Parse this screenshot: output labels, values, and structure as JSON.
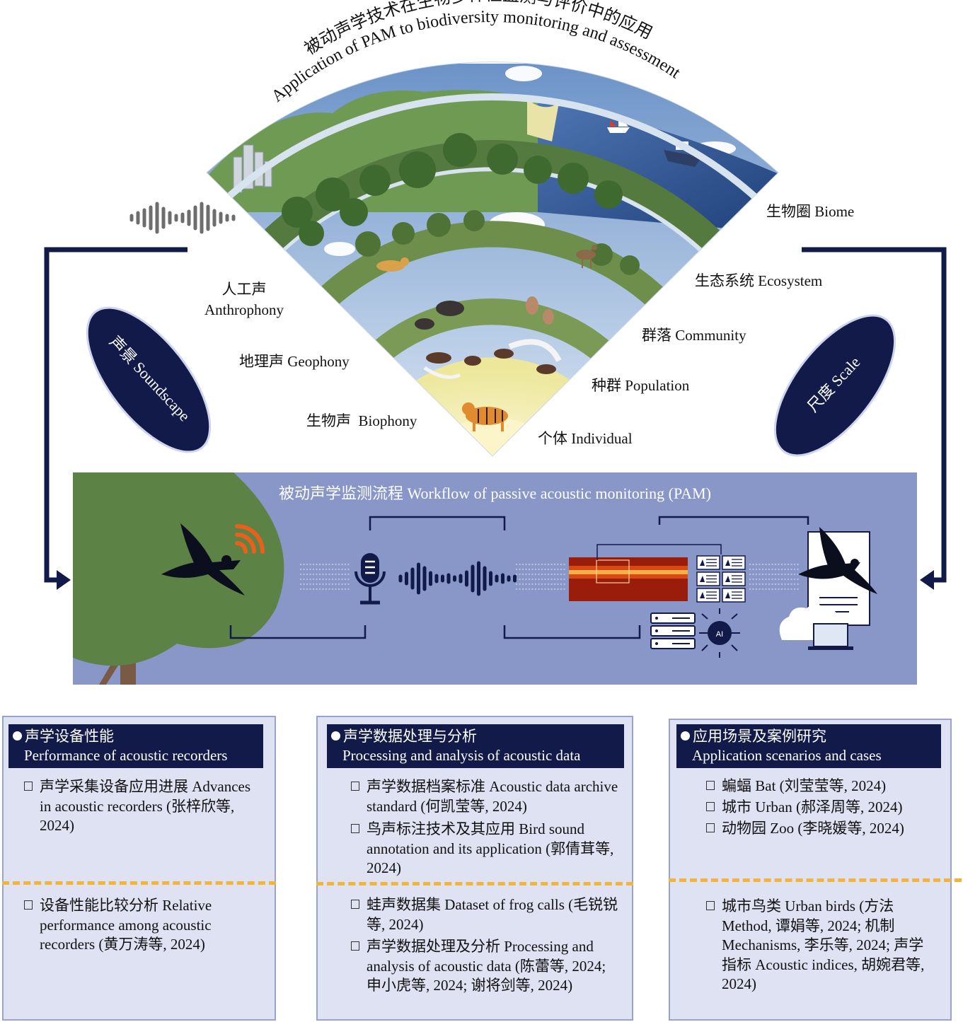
{
  "title_cn": "被动声学技术在生物多样性监测与评价中的应用",
  "title_en": "Application of PAM to biodiversity monitoring and assessment",
  "scale_levels": [
    {
      "cn": "生物圈",
      "en": "Biome"
    },
    {
      "cn": "生态系统",
      "en": "Ecosystem"
    },
    {
      "cn": "群落",
      "en": "Community"
    },
    {
      "cn": "种群",
      "en": "Population"
    },
    {
      "cn": "个体",
      "en": "Individual"
    }
  ],
  "sound_sources": [
    {
      "cn": "人工声",
      "en": "Anthrophony"
    },
    {
      "cn": "地理声",
      "en": "Geophony"
    },
    {
      "cn": "生物声",
      "en": "Biophony"
    }
  ],
  "soundscape_label": "声景 Soundscape",
  "scale_label": "尺度 Scale",
  "workflow_title": "被动声学监测流程 Workflow of passive acoustic monitoring (PAM)",
  "ai_chip_label": "AI",
  "colors": {
    "navy": "#121a4a",
    "workflow_bg": "#8896c8",
    "panel_bg": "#dfe2f3",
    "dash": "#f3b43a",
    "chevron": "#6b3a8c",
    "sound_orange": "#e8601c"
  },
  "panels": [
    {
      "head_cn": "声学设备性能",
      "head_en": "Performance of acoustic recorders",
      "items_top": [
        {
          "text": "声学采集设备应用进展 Advances in acoustic recorders (张梓欣等, 2024)"
        }
      ],
      "items_bottom": [
        {
          "text": "设备性能比较分析 Relative performance among acoustic recorders (黄万涛等, 2024)"
        }
      ]
    },
    {
      "head_cn": "声学数据处理与分析",
      "head_en": "Processing and analysis of acoustic data",
      "items_top": [
        {
          "text": "声学数据档案标准 Acoustic data archive standard (何凯莹等, 2024)"
        },
        {
          "text": "鸟声标注技术及其应用 Bird sound annotation and its application (郭倩茸等, 2024)"
        }
      ],
      "items_bottom": [
        {
          "text": "蛙声数据集 Dataset of frog calls (毛锐锐等, 2024)"
        },
        {
          "text": "声学数据处理及分析 Processing and analysis of acoustic data (陈蕾等, 2024; 申小虎等, 2024; 谢将剑等, 2024)"
        }
      ]
    },
    {
      "head_cn": "应用场景及案例研究",
      "head_en": "Application scenarios and cases",
      "items_top": [
        {
          "text": "蝙蝠 Bat (刘莹莹等, 2024)"
        },
        {
          "text": "城市 Urban (郝泽周等, 2024)"
        },
        {
          "text": "动物园 Zoo (李晓媛等, 2024)"
        }
      ],
      "items_bottom": [
        {
          "text": "城市鸟类 Urban birds (方法 Method, 谭娟等, 2024; 机制 Mechanisms, 李乐等, 2024; 声学指标 Acoustic indices, 胡婉君等, 2024)"
        }
      ]
    }
  ]
}
